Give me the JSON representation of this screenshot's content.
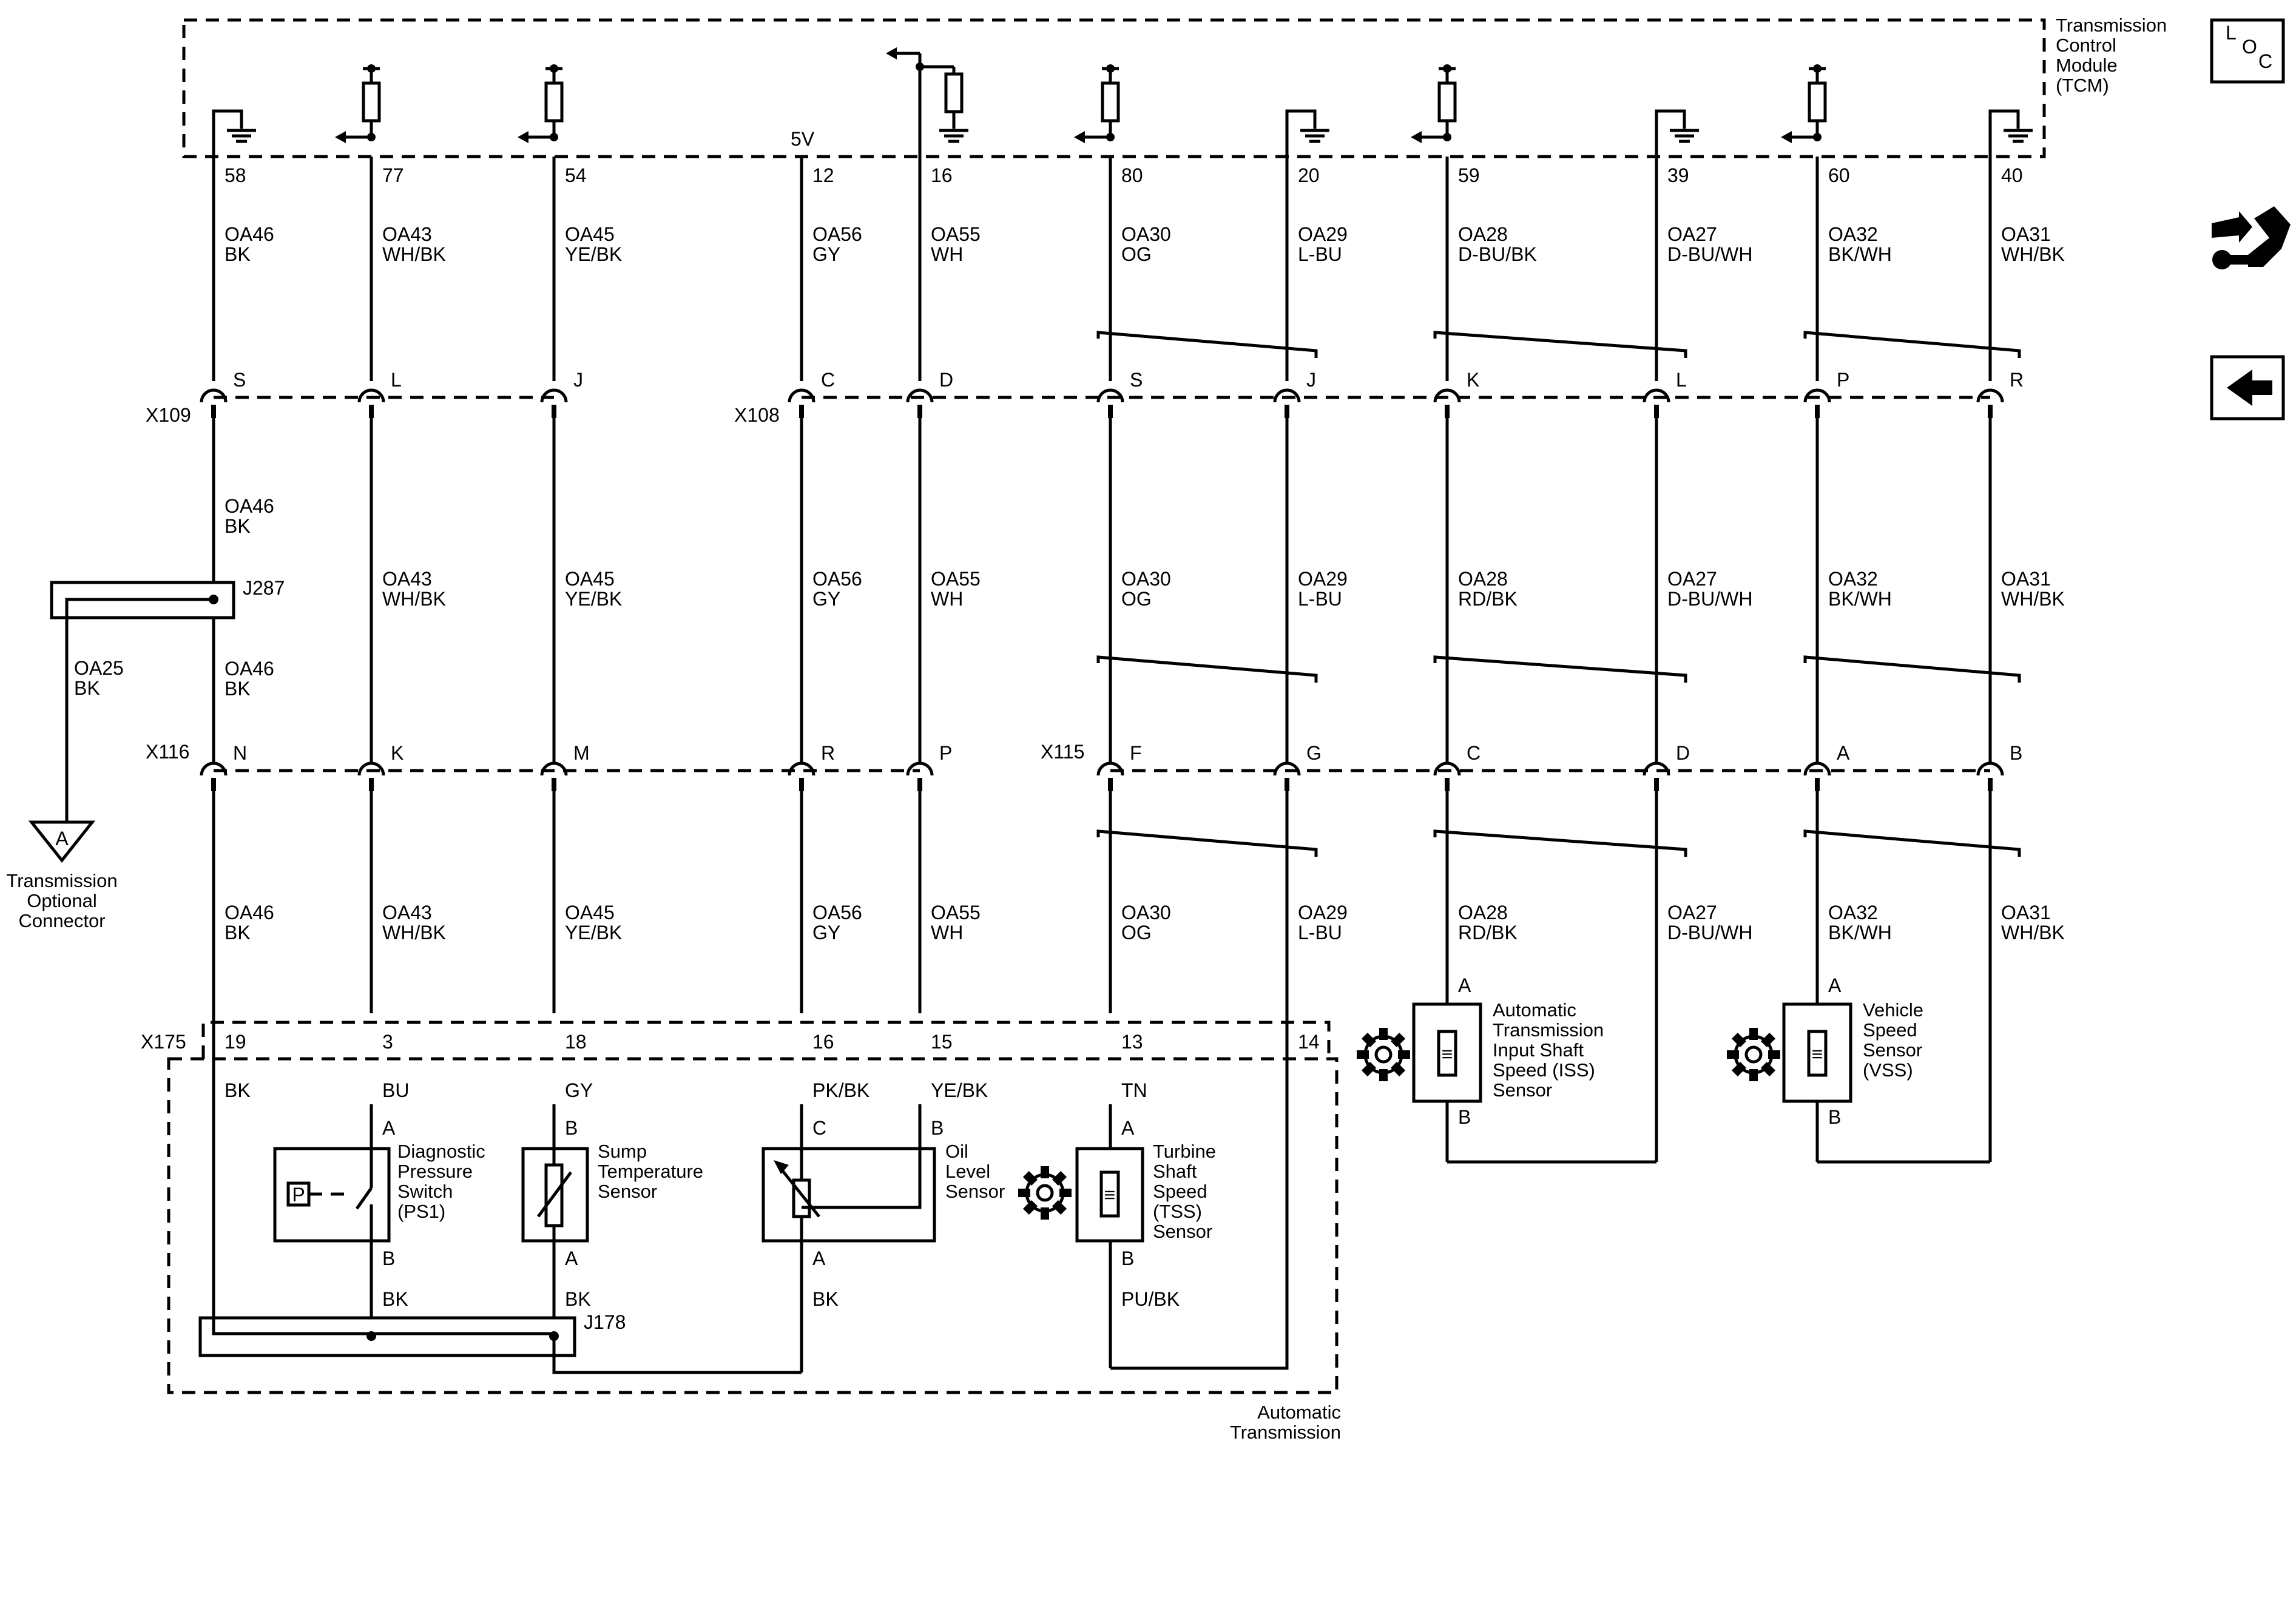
{
  "tcm": {
    "name_lines": [
      "Transmission",
      "Control",
      "Module",
      "(TCM)"
    ],
    "five_volt": "5V"
  },
  "nav": {
    "loc_l": "L",
    "loc_o": "O",
    "loc_c": "C"
  },
  "connectors": {
    "x109": "X109",
    "x108": "X108",
    "x116": "X116",
    "x115": "X115",
    "x175": "X175",
    "j287": "J287",
    "j178": "J178"
  },
  "wires": [
    {
      "pin": "58",
      "circuit": "OA46",
      "color": "BK",
      "c109": "S",
      "c116": "N",
      "circuit_lower": "OA46",
      "color_lower": "BK",
      "x175": "19",
      "harness": "BK"
    },
    {
      "pin": "77",
      "circuit": "OA43",
      "color": "WH/BK",
      "c109": "L",
      "c116": "K",
      "circuit_lower": "OA43",
      "color_lower": "WH/BK",
      "x175": "3",
      "harness": "BU"
    },
    {
      "pin": "54",
      "circuit": "OA45",
      "color": "YE/BK",
      "c109": "J",
      "c116": "M",
      "circuit_lower": "OA45",
      "color_lower": "YE/BK",
      "x175": "18",
      "harness": "GY"
    },
    {
      "pin": "12",
      "circuit": "OA56",
      "color": "GY",
      "c109": "C",
      "c116": "R",
      "circuit_lower": "OA56",
      "color_lower": "GY",
      "x175": "16",
      "harness": "PK/BK"
    },
    {
      "pin": "16",
      "circuit": "OA55",
      "color": "WH",
      "c109": "D",
      "c116": "P",
      "circuit_lower": "OA55",
      "color_lower": "WH",
      "x175": "15",
      "harness": "YE/BK"
    },
    {
      "pin": "80",
      "circuit": "OA30",
      "color": "OG",
      "c109": "S",
      "c116": "F",
      "circuit_lower": "OA30",
      "color_lower": "OG",
      "x175": "13",
      "harness": "TN"
    },
    {
      "pin": "20",
      "circuit": "OA29",
      "color": "L-BU",
      "c109": "J",
      "c116": "G",
      "circuit_lower": "OA29",
      "color_lower": "L-BU",
      "x175": "14",
      "harness": ""
    },
    {
      "pin": "59",
      "circuit": "OA28",
      "color": "D-BU/BK",
      "c109": "K",
      "c116": "C",
      "circuit_lower": "OA28",
      "color_lower": "RD/BK",
      "x175": "",
      "harness": ""
    },
    {
      "pin": "39",
      "circuit": "OA27",
      "color": "D-BU/WH",
      "c109": "L",
      "c116": "D",
      "circuit_lower": "OA27",
      "color_lower": "D-BU/WH",
      "x175": "",
      "harness": ""
    },
    {
      "pin": "60",
      "circuit": "OA32",
      "color": "BK/WH",
      "c109": "P",
      "c116": "A",
      "circuit_lower": "OA32",
      "color_lower": "BK/WH",
      "x175": "",
      "harness": ""
    },
    {
      "pin": "40",
      "circuit": "OA31",
      "color": "WH/BK",
      "c109": "R",
      "c116": "B",
      "circuit_lower": "OA31",
      "color_lower": "WH/BK",
      "x175": "",
      "harness": ""
    }
  ],
  "j287_branch": {
    "circuit": "OA25",
    "color": "BK",
    "connector_letter": "A",
    "name_lines": [
      "Transmission",
      "Optional",
      "Connector"
    ]
  },
  "components": {
    "ps1": {
      "name_lines": [
        "Diagnostic",
        "Pressure",
        "Switch",
        "(PS1)"
      ],
      "pin_top": "A",
      "pin_bottom": "B",
      "glyph": "P"
    },
    "sump": {
      "name_lines": [
        "Sump",
        "Temperature",
        "Sensor"
      ],
      "pin_top": "B",
      "pin_bottom": "A"
    },
    "oil": {
      "name_lines": [
        "Oil",
        "Level",
        "Sensor"
      ],
      "pin_left": "C",
      "pin_right": "B",
      "pin_bottom": "A"
    },
    "tss": {
      "name_lines": [
        "Turbine",
        "Shaft",
        "Speed",
        "(TSS)",
        "Sensor"
      ],
      "pin_top": "A",
      "pin_bottom": "B"
    },
    "iss": {
      "name_lines": [
        "Automatic",
        "Transmission",
        "Input Shaft",
        "Speed (ISS)",
        "Sensor"
      ],
      "pin_top": "A",
      "pin_bottom": "B"
    },
    "vss": {
      "name_lines": [
        "Vehicle",
        "Speed",
        "Sensor",
        "(VSS)"
      ],
      "pin_top": "A",
      "pin_bottom": "B"
    }
  },
  "lower_colors": {
    "ps1_b": "BK",
    "sump_a": "BK",
    "oil_a": "BK",
    "tss_b": "PU/BK"
  },
  "auto_trans": {
    "name_lines": [
      "Automatic",
      "Transmission"
    ]
  },
  "icons": {
    "loc": "loc-icon",
    "connector_view": "connector-end-view-icon",
    "back": "back-arrow-icon"
  }
}
